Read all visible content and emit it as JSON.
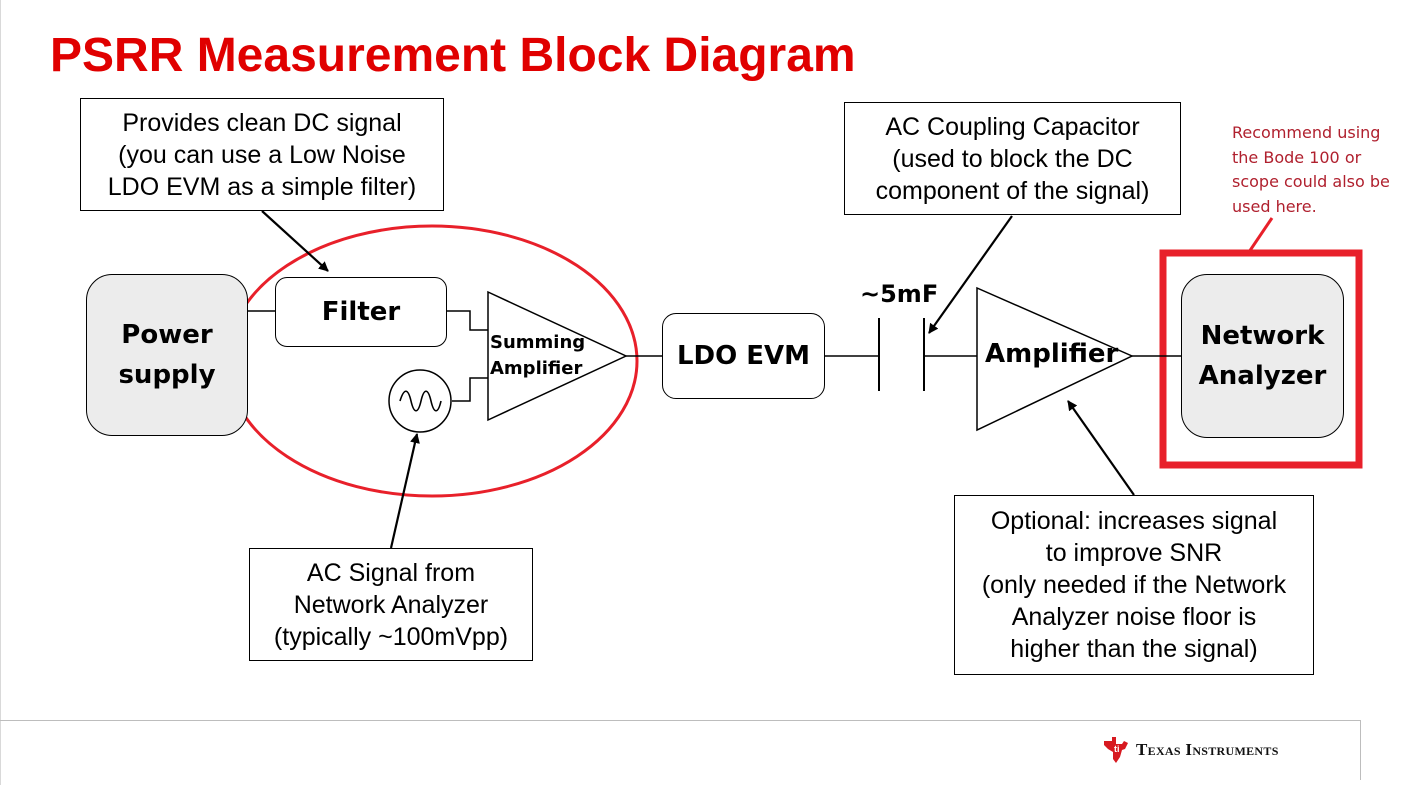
{
  "title": "PSRR Measurement Block Diagram",
  "callouts": {
    "filter_note": [
      "Provides clean DC signal",
      "(you can use a Low Noise",
      "LDO EVM as a simple filter)"
    ],
    "cap_note": [
      "AC Coupling Capacitor",
      "(used to block the DC",
      "component of the signal)"
    ],
    "ac_signal_note": [
      "AC Signal from",
      "Network Analyzer",
      "(typically ~100mVpp)"
    ],
    "amp_note": [
      "Optional: increases signal",
      "to improve SNR",
      "(only needed if the Network",
      "Analyzer noise floor is",
      "higher than the signal)"
    ]
  },
  "recommend_note": [
    "Recommend using",
    "the Bode 100 or",
    "scope could also be",
    "used here."
  ],
  "blocks": {
    "power_supply": [
      "Power",
      "supply"
    ],
    "filter": "Filter",
    "summing_amp": [
      "Summing",
      "Amplifier"
    ],
    "ldo_evm": "LDO EVM",
    "amplifier": "Amplifier",
    "network_analyzer": [
      "Network",
      "Analyzer"
    ]
  },
  "capacitor_value": "~5mF",
  "footer": {
    "company": "Texas Instruments"
  },
  "colors": {
    "title": "#e00000",
    "highlight": "#e8202a",
    "note": "#b0202e",
    "block_fill": "#ececec"
  },
  "icons": {
    "ac_source": "sine-wave-icon",
    "logo": "ti-logo-icon"
  }
}
